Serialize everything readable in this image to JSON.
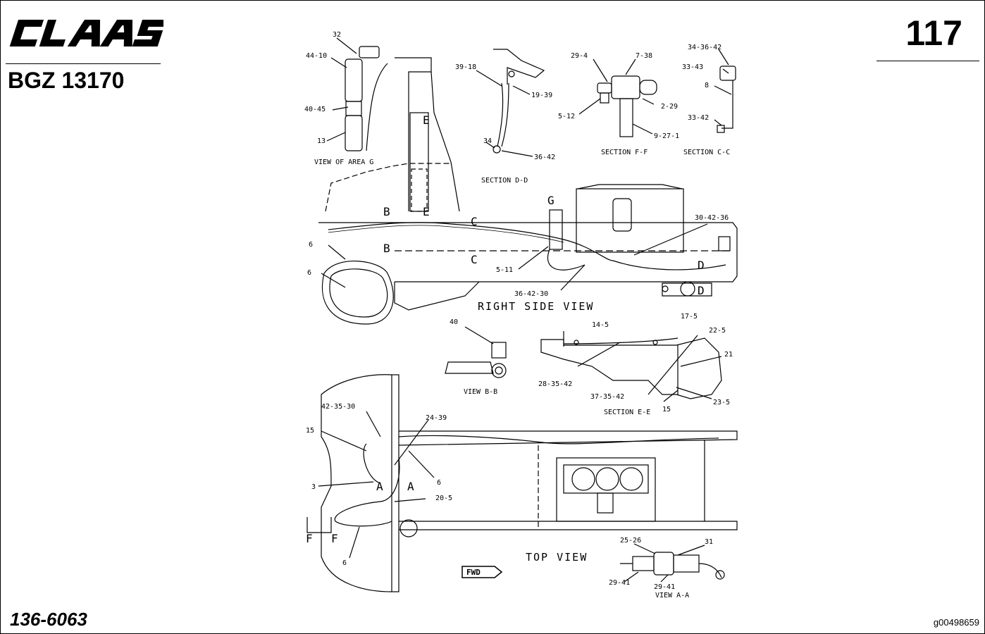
{
  "header": {
    "brand": "CLAAS",
    "doc_code": "BGZ 13170",
    "page_number": "117"
  },
  "footer": {
    "part_number": "136-6063",
    "graphic_id": "g00498659"
  },
  "views": {
    "view_g": "VIEW OF AREA G",
    "section_dd": "SECTION D-D",
    "section_ff": "SECTION F-F",
    "section_cc": "SECTION C-C",
    "right_side": "RIGHT SIDE VIEW",
    "view_bb": "VIEW B-B",
    "section_ee": "SECTION E-E",
    "top": "TOP VIEW",
    "view_aa": "VIEW A-A",
    "fwd": "FWD"
  },
  "callouts": {
    "c32": "32",
    "c44_10": "44-10",
    "c40_45": "40-45",
    "c13": "13",
    "c39_18": "39-18",
    "c19_39": "19-39",
    "c34": "34",
    "c36_42_d": "36-42",
    "c29_4": "29-4",
    "c7_38": "7-38",
    "c5_12": "5-12",
    "c2_29": "2-29",
    "c9_27_1": "9-27-1",
    "c34_36_42": "34-36-42",
    "c33_43": "33-43",
    "c8": "8",
    "c33_42": "33-42",
    "c30_42_36": "30-42-36",
    "c6a": "6",
    "c6b": "6",
    "c5_11": "5-11",
    "c36_42_30": "36-42-30",
    "c40": "40",
    "c14_5": "14-5",
    "c17_5": "17-5",
    "c22_5": "22-5",
    "c21": "21",
    "c28_35_42": "28-35-42",
    "c37_35_42": "37-35-42",
    "c15_e": "15",
    "c23_5": "23-5",
    "c42_35_30": "42-35-30",
    "c24_39": "24-39",
    "c15_t": "15",
    "c3": "3",
    "c6c": "6",
    "c20_5": "20-5",
    "c6d": "6",
    "c25_26": "25-26",
    "c31": "31",
    "c29_41a": "29-41",
    "c29_41b": "29-41"
  },
  "markers": {
    "E": "E",
    "B": "B",
    "C": "C",
    "G": "G",
    "D": "D",
    "A": "A",
    "F": "F"
  }
}
